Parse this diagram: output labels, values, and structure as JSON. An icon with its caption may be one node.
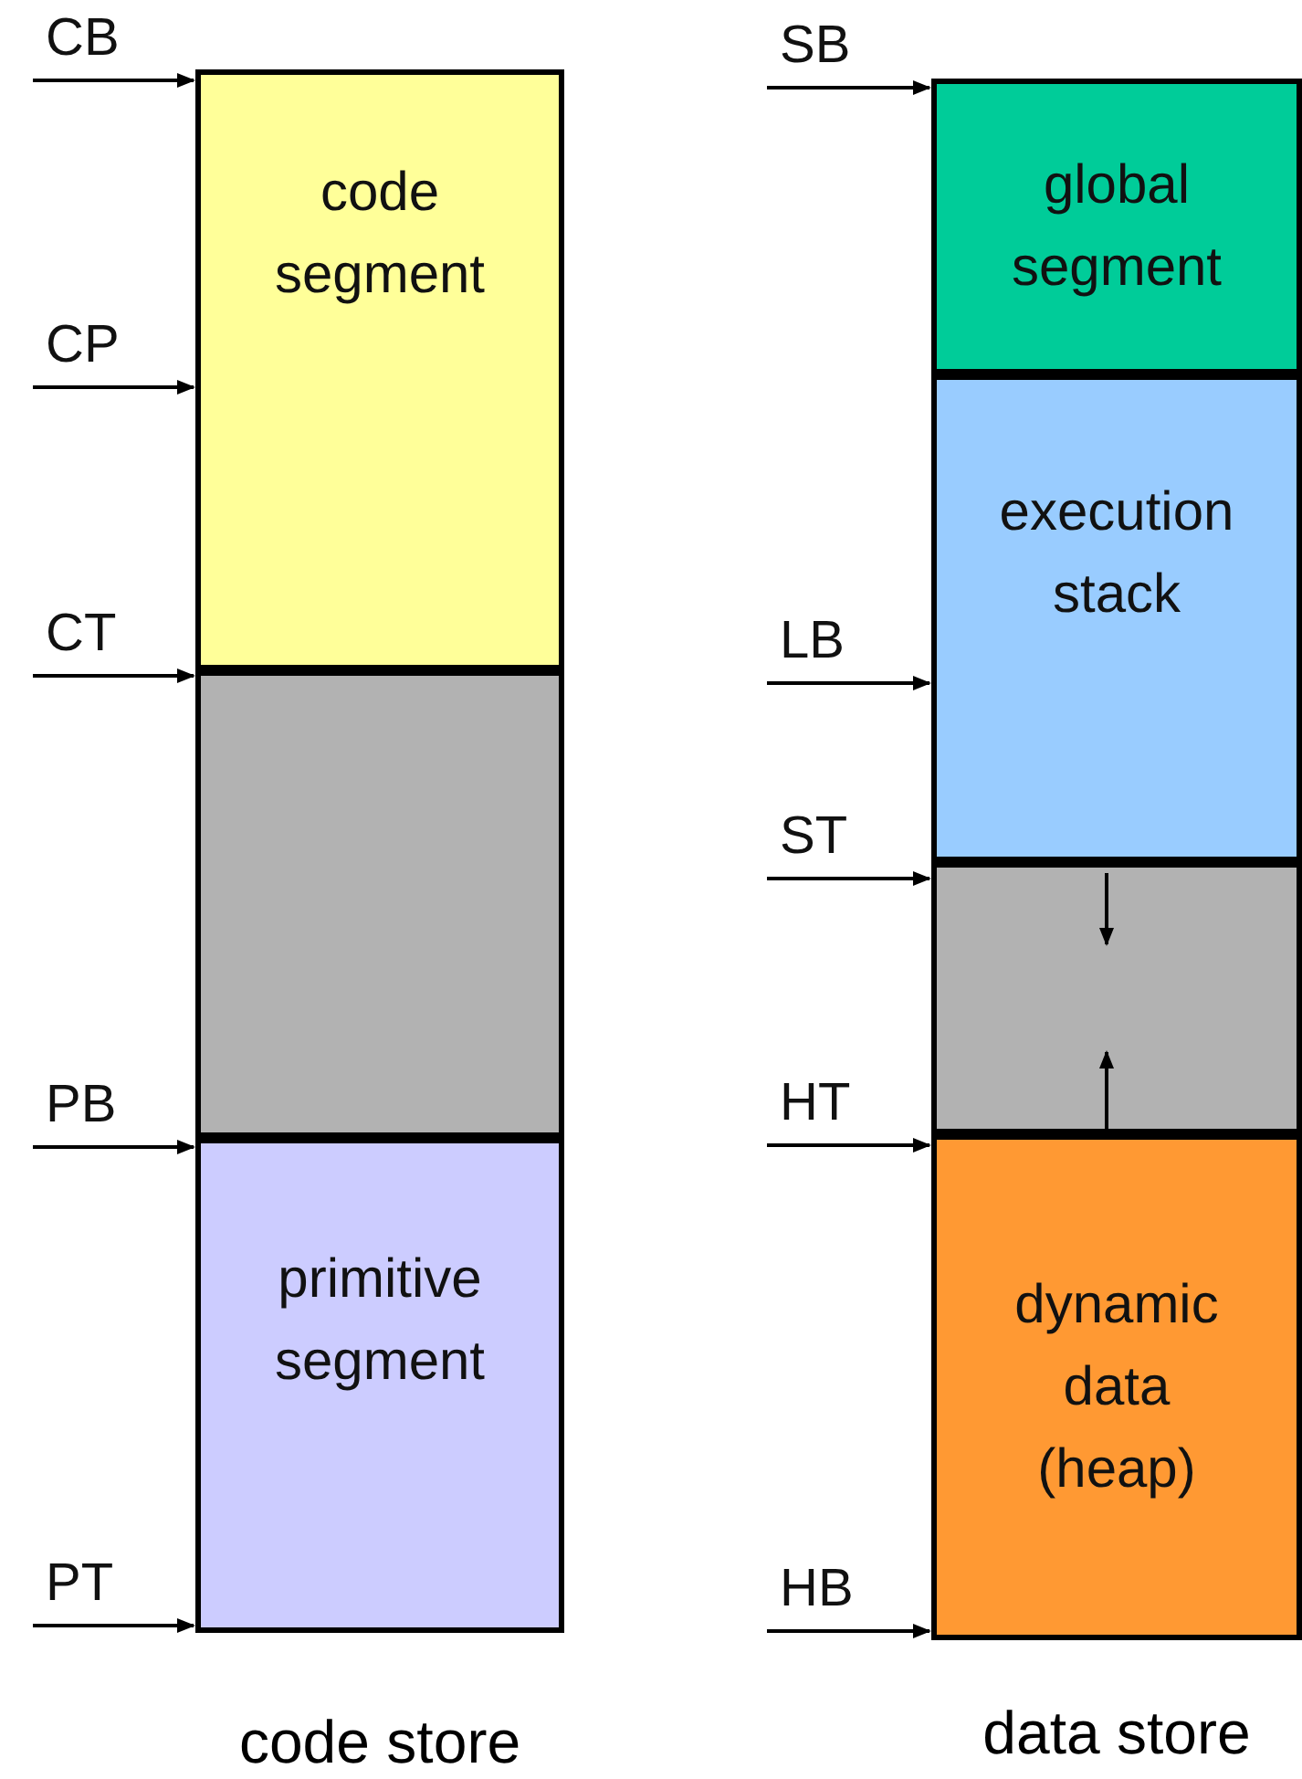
{
  "diagram": {
    "nodes": [
      {
        "text": [
          "code store"
        ]
      },
      {
        "text": [
          "code segment"
        ],
        "in": 0
      },
      {
        "text": [],
        "shape": "box",
        "in": 0
      },
      {
        "text": [
          "primitive segment"
        ],
        "in": 0
      },
      {
        "text": [
          "data store"
        ]
      },
      {
        "text": [
          "global segment"
        ],
        "in": 4
      },
      {
        "text": [
          "execution stack"
        ],
        "in": 4
      },
      {
        "text": [],
        "shape": "box",
        "in": 4
      },
      {
        "text": [
          "dynamic data (heap)"
        ],
        "in": 4
      },
      {
        "text": [
          "CB"
        ]
      },
      {
        "text": [
          "CP"
        ]
      },
      {
        "text": [
          "CT"
        ]
      },
      {
        "text": [
          "PB"
        ]
      },
      {
        "text": [
          "PT"
        ]
      },
      {
        "text": [
          "SB"
        ]
      },
      {
        "text": [
          "LB"
        ]
      },
      {
        "text": [
          "ST"
        ]
      },
      {
        "text": [
          "HT"
        ]
      },
      {
        "text": [
          "HB"
        ]
      }
    ],
    "edges": [
      {
        "from": 9,
        "to": 1,
        "arrow": "to"
      },
      {
        "from": 10,
        "to": 1,
        "arrow": "to"
      },
      {
        "from": 11,
        "to": 2,
        "arrow": "to"
      },
      {
        "from": 12,
        "to": 3,
        "arrow": "to"
      },
      {
        "from": 13,
        "to": 3,
        "arrow": "to"
      },
      {
        "from": 14,
        "to": 5,
        "arrow": "to"
      },
      {
        "from": 15,
        "to": 6,
        "arrow": "to"
      },
      {
        "from": 16,
        "to": 7,
        "arrow": "to"
      },
      {
        "from": 17,
        "to": 8,
        "arrow": "to"
      },
      {
        "from": 18,
        "to": 8,
        "arrow": "to"
      }
    ]
  }
}
